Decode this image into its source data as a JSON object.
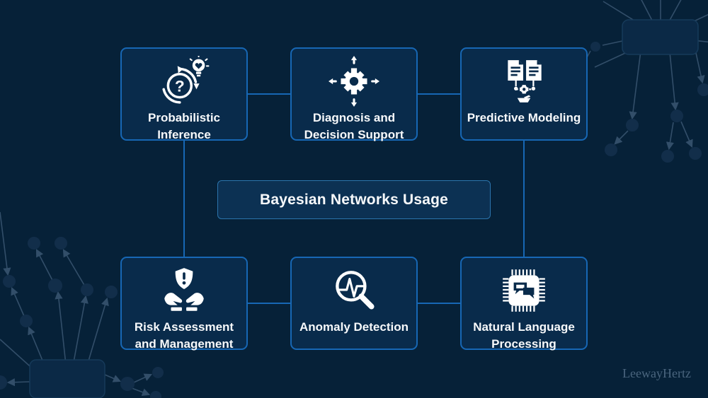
{
  "page": {
    "watermark": "LeewayHertz"
  },
  "title_box": {
    "label": "Bayesian Networks Usage"
  },
  "boxes": [
    {
      "id": "probabilistic-inference",
      "label": "Probabilistic Inference",
      "icon": "question-cycle-lightbulb-icon"
    },
    {
      "id": "diagnosis-decision-support",
      "label": "Diagnosis and Decision Support",
      "icon": "gear-four-arrows-icon"
    },
    {
      "id": "predictive-modeling",
      "label": "Predictive Modeling",
      "icon": "documents-gear-funnel-icon"
    },
    {
      "id": "risk-assessment-management",
      "label": "Risk Assessment and Management",
      "icon": "shield-hands-icon"
    },
    {
      "id": "anomaly-detection",
      "label": "Anomaly Detection",
      "icon": "magnifier-pulse-icon"
    },
    {
      "id": "natural-language-processing",
      "label": "Natural Language Processing",
      "icon": "chip-chat-bubbles-icon"
    }
  ],
  "colors": {
    "background": "#062138",
    "box_fill": "#092b4b",
    "box_border": "#1767b4",
    "title_fill": "#0c3153",
    "title_border": "#2b74ac",
    "connector": "#1767b4",
    "text": "#f7f9fb",
    "watermark_text": "#4a657e",
    "decoration_line": "#3e5a76",
    "decoration_node": "#16324f"
  }
}
